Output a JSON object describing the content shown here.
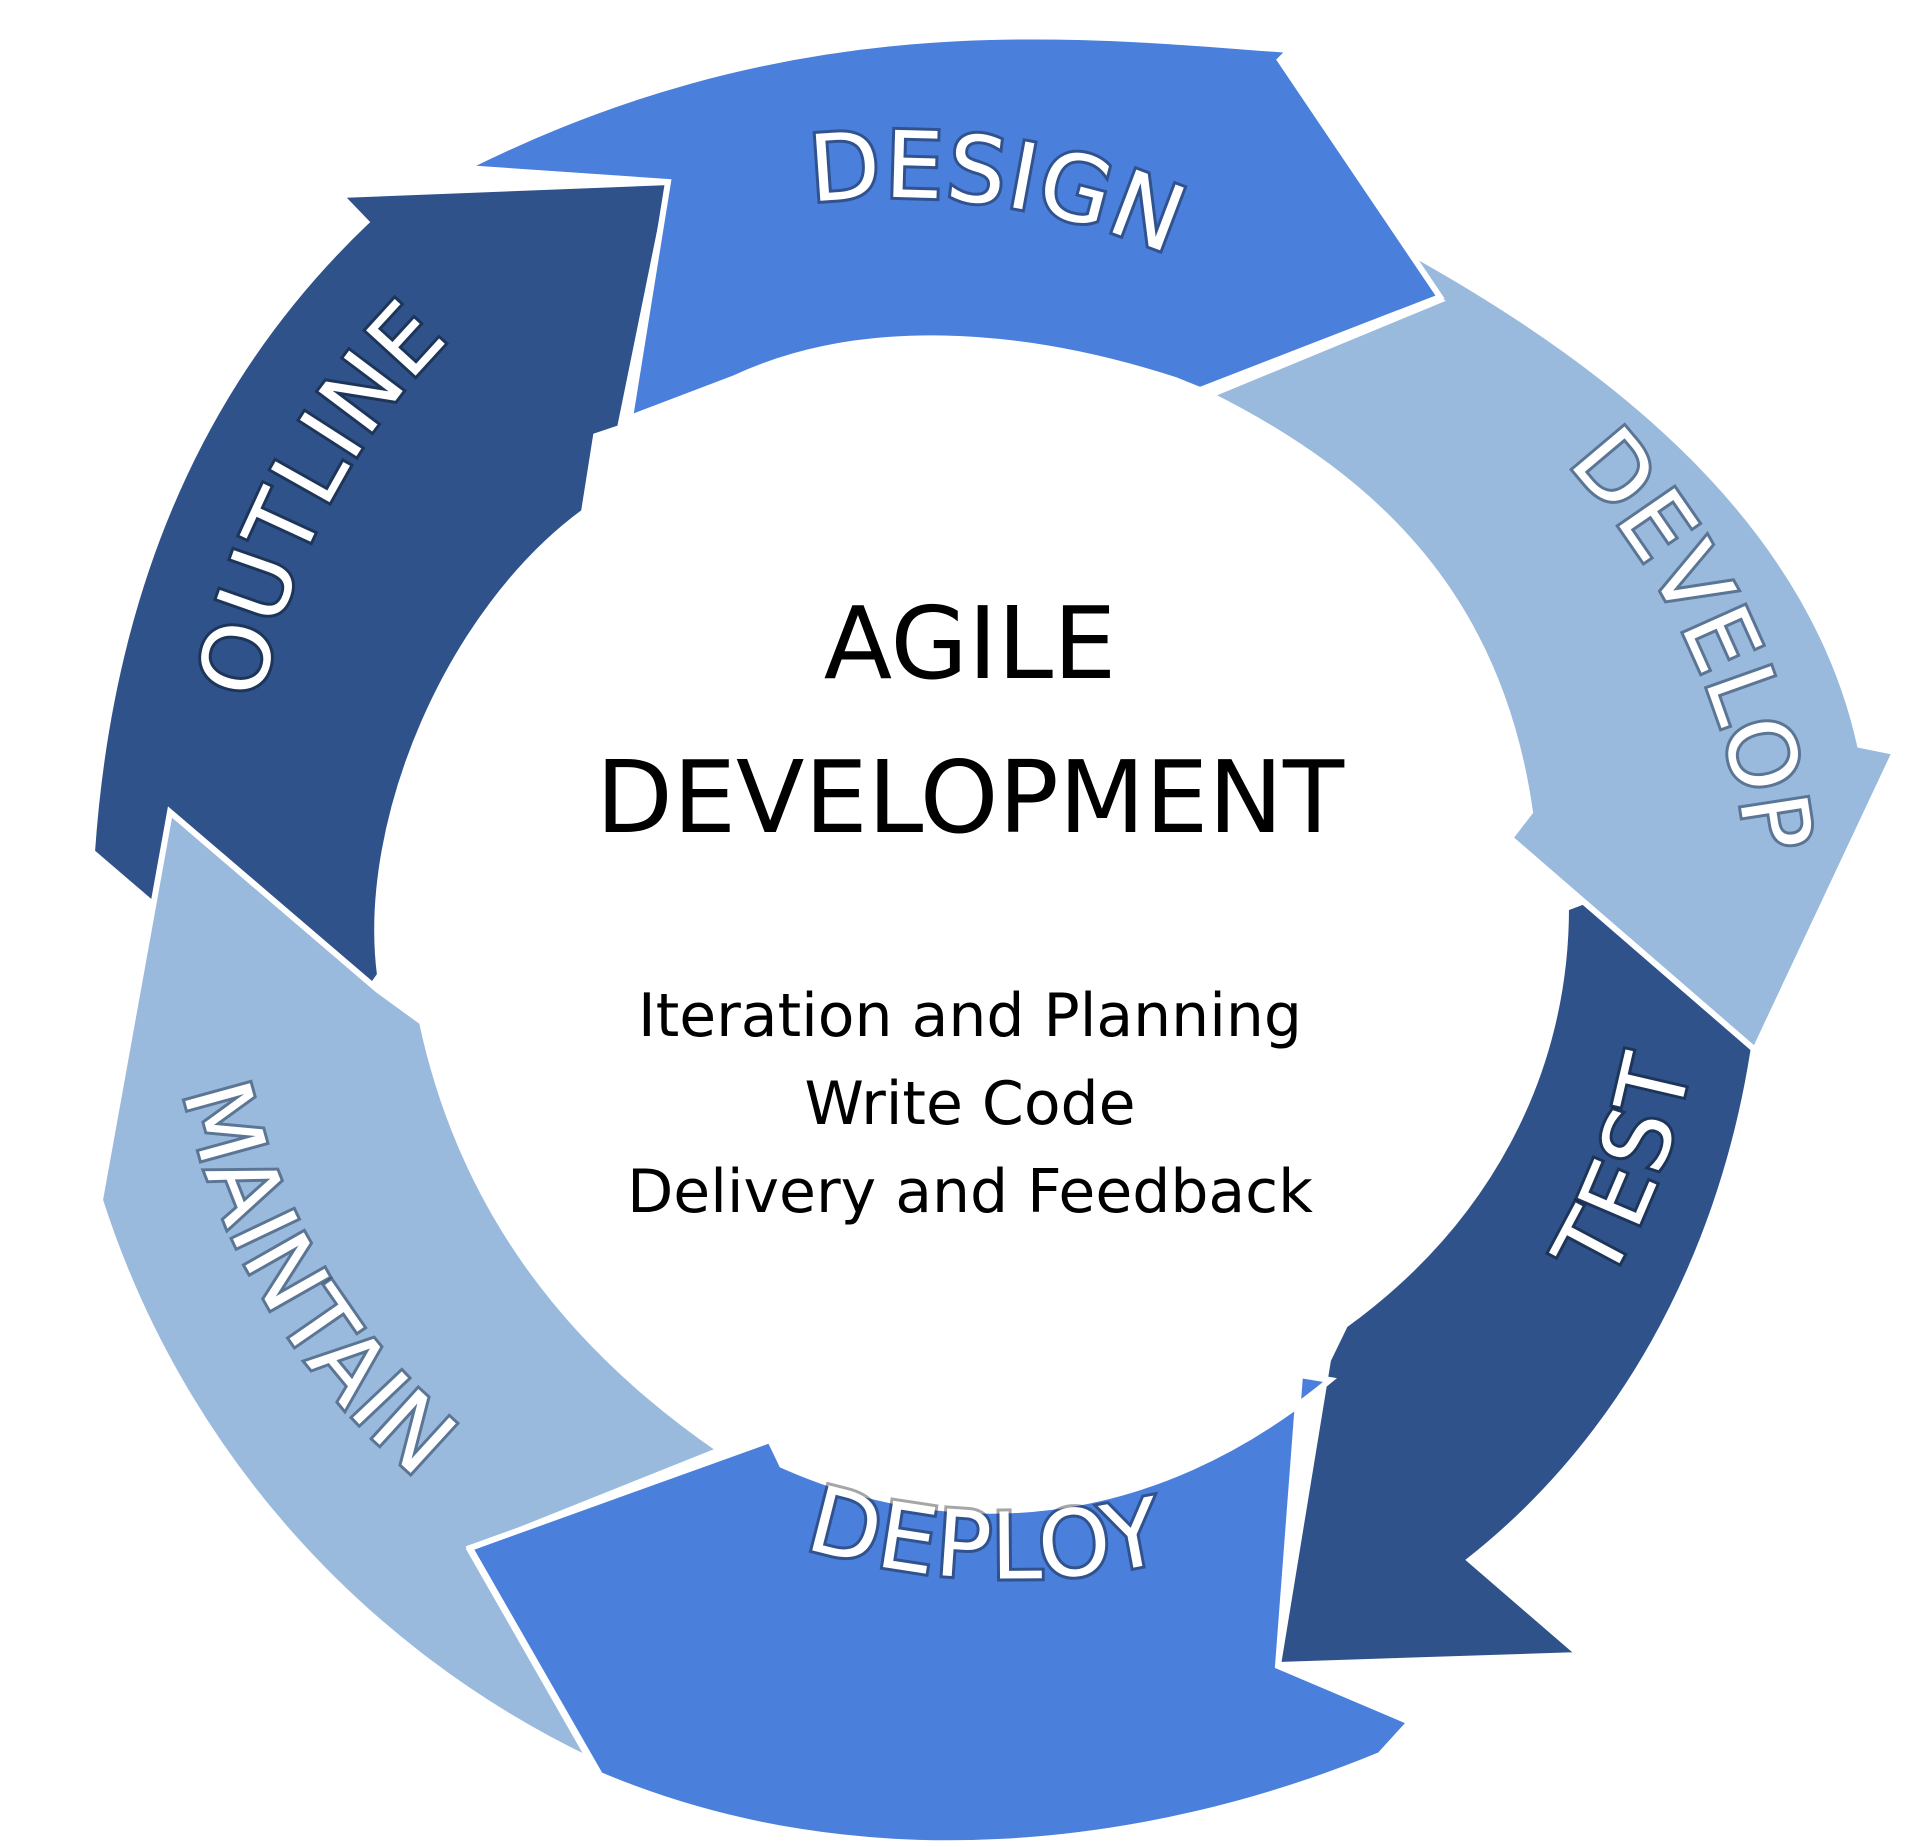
{
  "diagram": {
    "type": "cycle",
    "center": {
      "title_line1": "AGILE",
      "title_line2": "DEVELOPMENT",
      "activities": [
        "Iteration and Planning",
        "Write Code",
        "Delivery and Feedback"
      ]
    },
    "stages": [
      {
        "label": "DESIGN",
        "color": "#4A7FDB"
      },
      {
        "label": "DEVELOP",
        "color": "#9ABADD"
      },
      {
        "label": "TEST",
        "color": "#2F528B"
      },
      {
        "label": "DEPLOY",
        "color": "#4A7FDB"
      },
      {
        "label": "MAINTAIN",
        "color": "#9ABADD"
      },
      {
        "label": "OUTLINE",
        "color": "#2F528B"
      }
    ]
  }
}
